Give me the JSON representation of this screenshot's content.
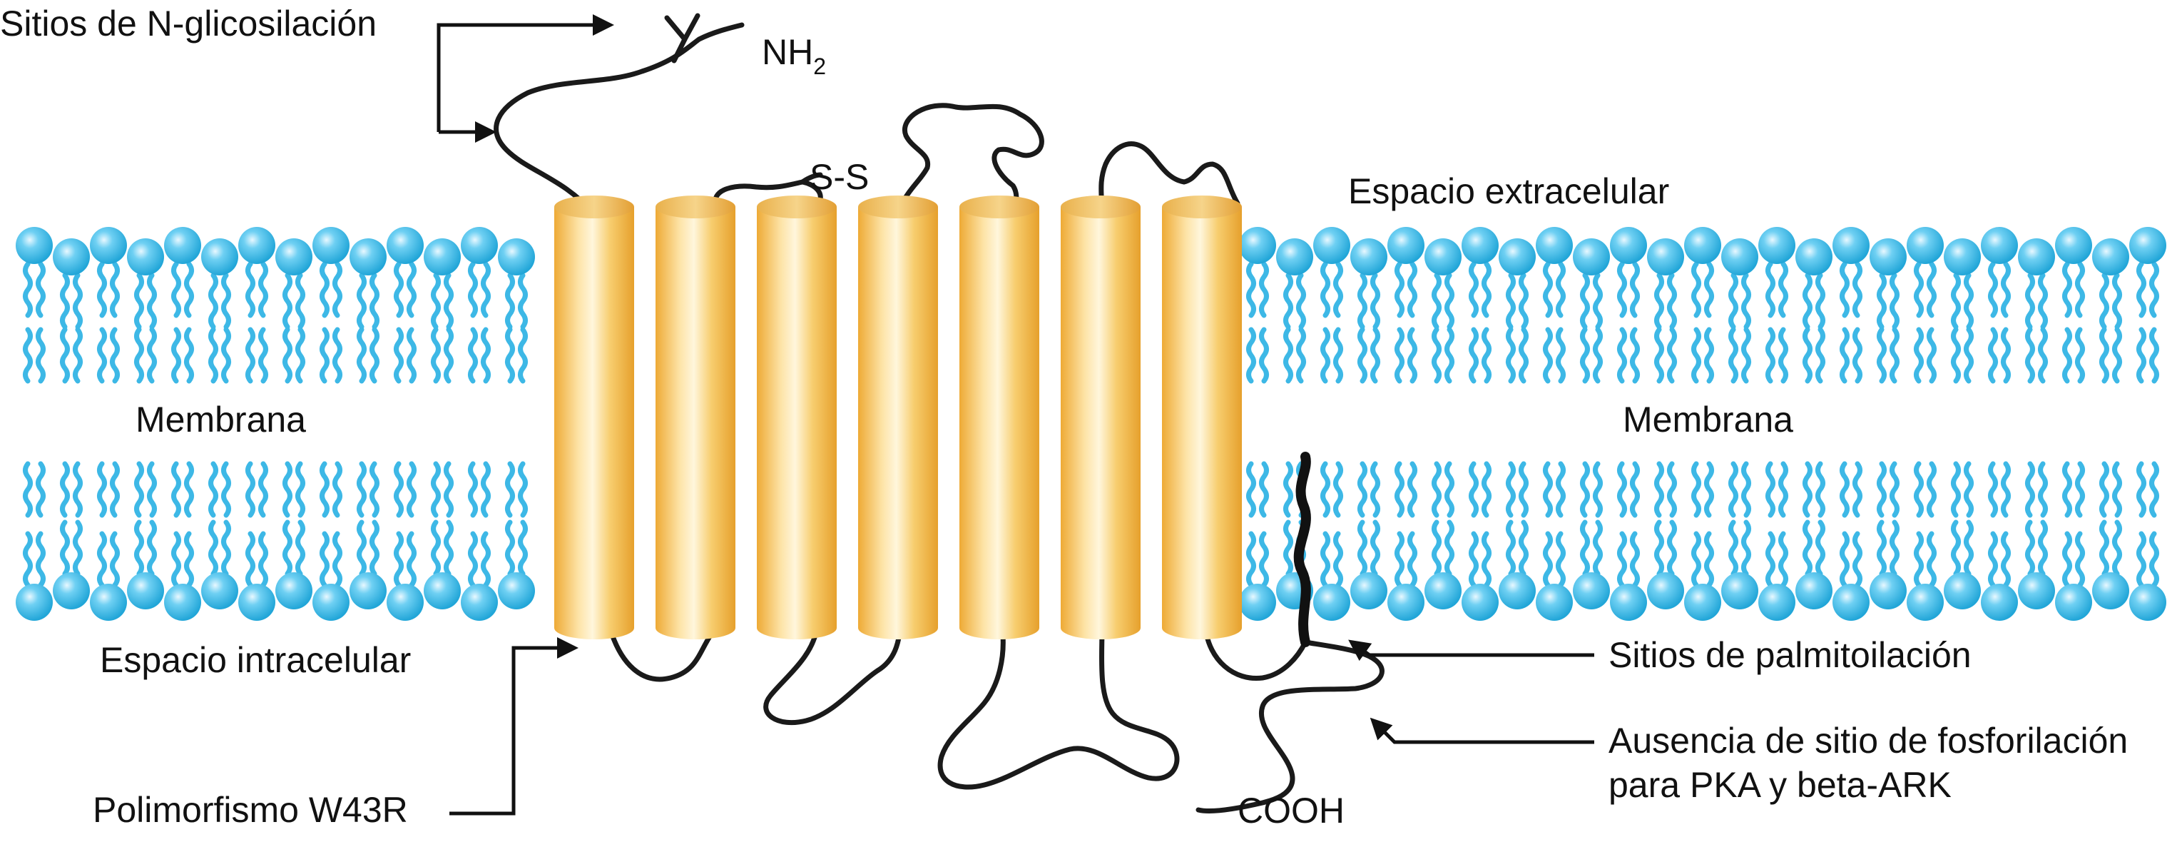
{
  "labels": {
    "glycosylation": "Sitios de N-glicosilación",
    "nh2": "NH",
    "nh2_sub": "2",
    "disulfide": "S-S",
    "extracellular": "Espacio extracelular",
    "membrane_left": "Membrana",
    "membrane_right": "Membrana",
    "intracellular": "Espacio intracelular",
    "palmitoylation": "Sitios de palmitoilación",
    "phospho_line1": "Ausencia de sitio de fosforilación",
    "phospho_line2": "para PKA y beta-ARK",
    "polymorphism": "Polimorfismo W43R",
    "cooh": "COOH"
  },
  "colors": {
    "lipid_head": "#3db8e6",
    "lipid_tail": "#3db8e6",
    "helix": "#f4bf52",
    "chain": "#1a1a1a"
  },
  "icons": [
    "arrow-icon",
    "lipid-head-icon",
    "helix-cylinder-icon"
  ],
  "helix_count": 7
}
